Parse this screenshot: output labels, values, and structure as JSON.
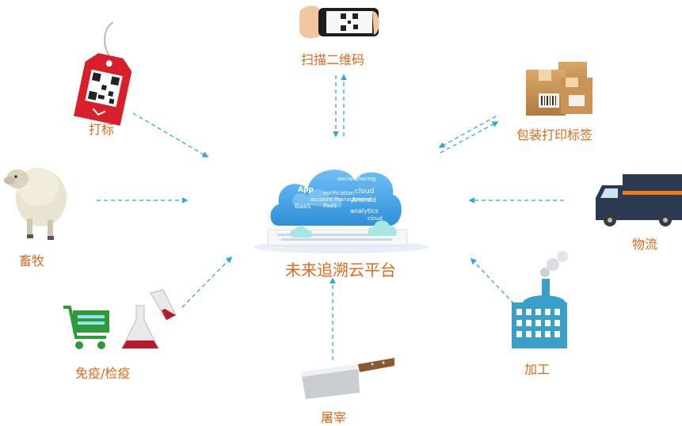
{
  "center": {
    "label": "未来追溯云平台",
    "cloud_words": [
      "social sharing",
      "App",
      "cloud",
      "Android",
      "BaaS",
      "PaaS",
      "analytics",
      "account management",
      "notification",
      "cloud"
    ]
  },
  "nodes": [
    {
      "id": "scan-qr",
      "label": "扫描二维码",
      "icon": "phone-qr-icon"
    },
    {
      "id": "tagging",
      "label": "打标",
      "icon": "qr-tag-icon"
    },
    {
      "id": "packaging",
      "label": "包装打印标签",
      "icon": "boxes-icon"
    },
    {
      "id": "husbandry",
      "label": "畜牧",
      "icon": "sheep-icon"
    },
    {
      "id": "logistics",
      "label": "物流",
      "icon": "truck-icon"
    },
    {
      "id": "inspection",
      "label": "免疫/检疫",
      "icon": "cart-flask-icon"
    },
    {
      "id": "processing",
      "label": "加工",
      "icon": "factory-icon"
    },
    {
      "id": "slaughter",
      "label": "屠宰",
      "icon": "cleaver-icon"
    }
  ],
  "colors": {
    "label": "#e06a1b",
    "arrow": "#2fa8d8",
    "cloud": "#4aa8e8",
    "truck_body": "#2c3a52",
    "truck_stripe": "#f07a1a",
    "factory": "#3a9fc9"
  }
}
